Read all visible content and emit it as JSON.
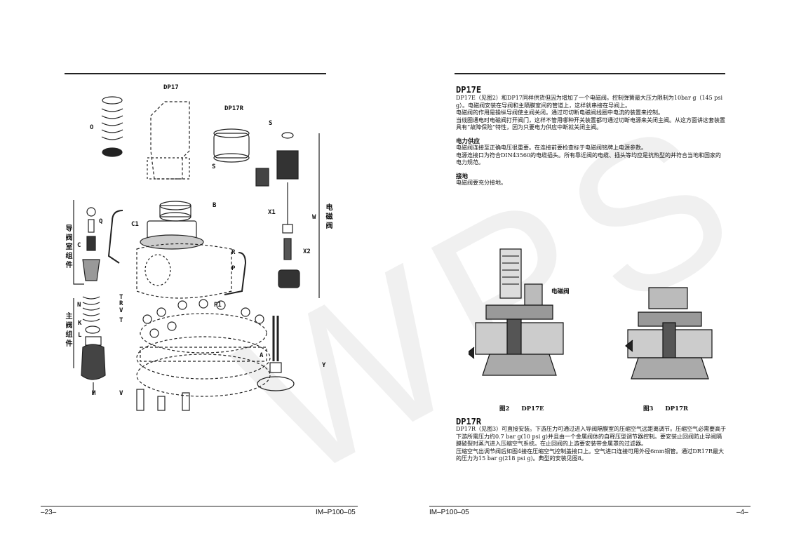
{
  "left_page": {
    "labels": {
      "dp17": "DP17",
      "dp17r": "DP17R",
      "o": "O",
      "s1": "S",
      "s2": "S",
      "b": "B",
      "c1": "C1",
      "q": "Q",
      "c": "C",
      "r1": "R",
      "p": "P",
      "p1": "P1",
      "t1": "T",
      "r2": "R",
      "v1": "V",
      "t2": "T",
      "n": "N",
      "k": "K",
      "l": "L",
      "m": "M",
      "v2": "V",
      "a": "A",
      "y": "Y",
      "x1": "X1",
      "x2": "X2",
      "w": "W"
    },
    "group_labels": {
      "solenoid": "电磁阀",
      "pilot_assembly": "导阀室组件",
      "main_valve_assembly": "主阀组件"
    },
    "footer": {
      "page_number": "–23–",
      "doc_code": "IM–P100–05"
    }
  },
  "right_page": {
    "dp17e": {
      "title": "DP17E",
      "paragraphs": [
        "DP17E（见图2）和DP17同样供货但因为增加了一个电磁阀。控制弹簧最大压力限制为10bar g（145 psi g）。电磁阀安装在导阀和主隔膜室间的管道上，这样就串接在导阀上。",
        "电磁阀的作用是操纵导阀使主阀关闭。通过可切断电磁阀线圈中电流的装置来控制。",
        "当线圈通电时电磁阀打开阀门，这样不管用哪种开关装置都可通过切断电源来关闭主阀。从这方面讲这套装置具有“故障保险”特性，因为只要电力供应中断就关闭主阀。"
      ]
    },
    "power": {
      "title": "电力供应",
      "paragraphs": [
        "电磁阀连接至正确电压很重要。在连接前要检查标于电磁阀铭牌上电源参数。",
        "电源连接口为符合DIN43560的电缆插头。所有靠近阀的电缆、插头等均应是抗热型的并符合当地和国家的电力规范。"
      ]
    },
    "earth": {
      "title": "接地",
      "paragraphs": [
        "电磁阀要充分接地。"
      ]
    },
    "figures": {
      "fig2_caption": "图2　　DP17E",
      "fig3_caption": "图3　　DP17R",
      "solenoid_callout": "电磁阀"
    },
    "dp17r": {
      "title": "DP17R",
      "paragraphs": [
        "DP17R（见图3）可直接安装。下游压力可通过进入导阀隔膜室的压缩空气远距离调节。压缩空气必需要高于下游所需压力约0.7 bar g(10 psi g)并且由一个金属阀体的自释压型调节器控制。要安装止回阀防止导阀隔膜破裂时蒸汽进入压缩空气系统。在止回阀的上游要安装带金属罩的过滤器。",
        "压缩空气出调节阀后如图4接在压缩空气控制盖接口上。空气进口连接可用外径6mm铜管。通过DR17R最大的压力为15 bar g(218 psi g)。典型的安装见图8。"
      ]
    },
    "footer": {
      "doc_code": "IM–P100–05",
      "page_number": "–4–"
    }
  },
  "watermark": "WPS"
}
